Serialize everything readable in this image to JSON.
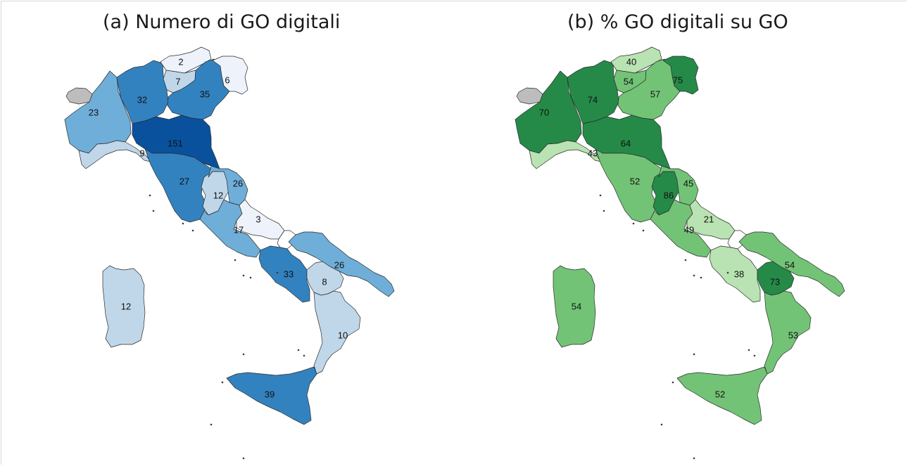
{
  "panels": {
    "a": {
      "title": "(a) Numero di GO digitali"
    },
    "b": {
      "title": "(b) % GO digitali su GO"
    }
  },
  "colors": {
    "blue": [
      "#eef3fb",
      "#c0d7e9",
      "#6faed8",
      "#3382c0",
      "#09519c"
    ],
    "green": [
      "#b9e3b2",
      "#73c377",
      "#258a48"
    ],
    "missing": "#bdbdbd"
  },
  "chart_data": [
    {
      "type": "map",
      "title": "(a) Numero di GO digitali",
      "regions": [
        {
          "id": "vda",
          "value": null
        },
        {
          "id": "piemonte",
          "value": "23"
        },
        {
          "id": "lombardia",
          "value": "32"
        },
        {
          "id": "bolzano",
          "value": "2"
        },
        {
          "id": "trento",
          "value": "7"
        },
        {
          "id": "veneto",
          "value": "35"
        },
        {
          "id": "friuli",
          "value": "6"
        },
        {
          "id": "liguria",
          "value": "9"
        },
        {
          "id": "emilia",
          "value": "151"
        },
        {
          "id": "toscana",
          "value": "27"
        },
        {
          "id": "umbria",
          "value": "12"
        },
        {
          "id": "marche",
          "value": "26"
        },
        {
          "id": "lazio",
          "value": "17"
        },
        {
          "id": "abruzzo",
          "value": "3"
        },
        {
          "id": "molise",
          "value": ""
        },
        {
          "id": "campania",
          "value": "33"
        },
        {
          "id": "puglia",
          "value": "26"
        },
        {
          "id": "basilicata",
          "value": "8"
        },
        {
          "id": "calabria",
          "value": "10"
        },
        {
          "id": "sicilia",
          "value": "39"
        },
        {
          "id": "sardegna",
          "value": "12"
        }
      ]
    },
    {
      "type": "map",
      "title": "(b) % GO digitali su GO",
      "regions": [
        {
          "id": "vda",
          "value": null
        },
        {
          "id": "piemonte",
          "value": "70"
        },
        {
          "id": "lombardia",
          "value": "74"
        },
        {
          "id": "bolzano",
          "value": "40"
        },
        {
          "id": "trento",
          "value": "54"
        },
        {
          "id": "veneto",
          "value": "57"
        },
        {
          "id": "friuli",
          "value": "75"
        },
        {
          "id": "liguria",
          "value": "43"
        },
        {
          "id": "emilia",
          "value": "64"
        },
        {
          "id": "toscana",
          "value": "52"
        },
        {
          "id": "umbria",
          "value": "86"
        },
        {
          "id": "marche",
          "value": "45"
        },
        {
          "id": "lazio",
          "value": "49"
        },
        {
          "id": "abruzzo",
          "value": "21"
        },
        {
          "id": "molise",
          "value": ""
        },
        {
          "id": "campania",
          "value": "38"
        },
        {
          "id": "puglia",
          "value": "54"
        },
        {
          "id": "basilicata",
          "value": "73"
        },
        {
          "id": "calabria",
          "value": "53"
        },
        {
          "id": "sicilia",
          "value": "52"
        },
        {
          "id": "sardegna",
          "value": "54"
        }
      ]
    }
  ]
}
